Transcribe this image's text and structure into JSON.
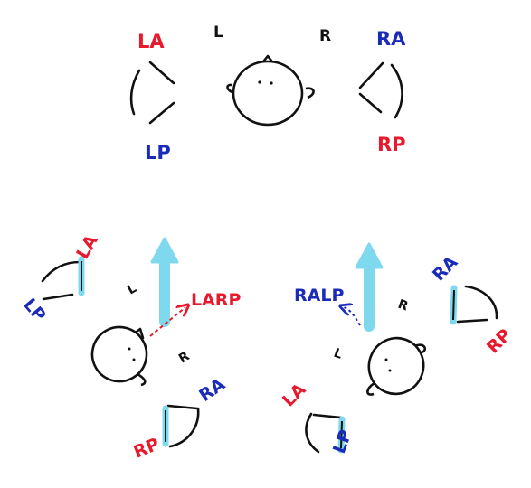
{
  "colors": {
    "red": "#e8192c",
    "blue": "#1a2bb8",
    "black": "#111111",
    "cyan": "#7fd9ee"
  },
  "top": {
    "label_la": "LA",
    "label_lp": "LP",
    "label_ra": "RA",
    "label_rp": "RP",
    "label_l": "L",
    "label_r": "R"
  },
  "left_view": {
    "label_la": "LA",
    "label_lp": "LP",
    "label_ra": "RA",
    "label_rp": "RP",
    "label_l": "L",
    "label_r": "R",
    "plane_label": "LARP"
  },
  "right_view": {
    "label_la": "LA",
    "label_lp": "LP",
    "label_ra": "RA",
    "label_rp": "RP",
    "label_l": "L",
    "label_r": "R",
    "plane_label": "RALP"
  }
}
